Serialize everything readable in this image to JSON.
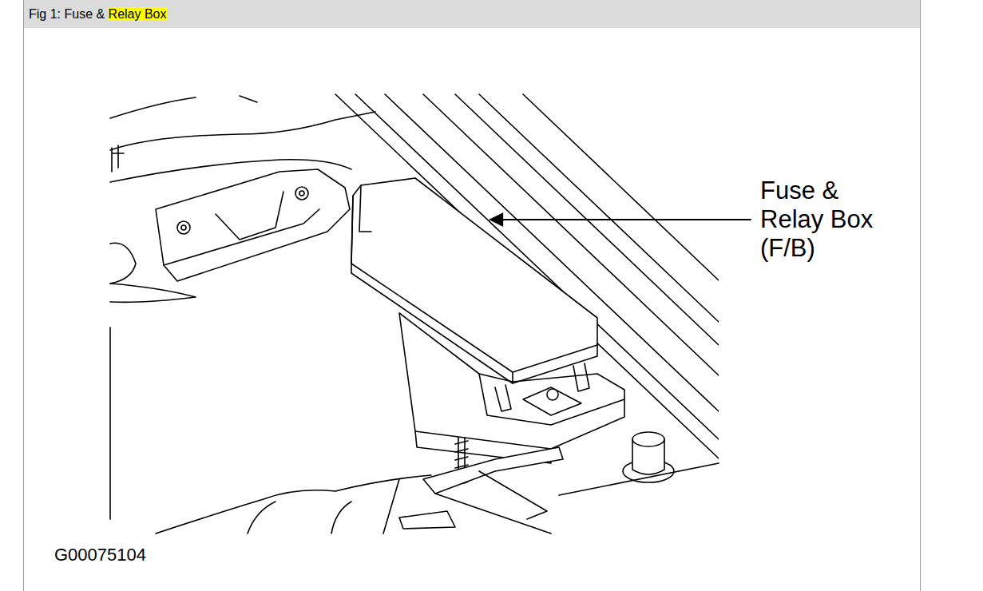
{
  "diagram": {
    "title": "Fig 1: Fuse & Relay Box",
    "labels": [
      "Fuse & Relay Box (F/B)",
      "G00075104"
    ]
  }
}
